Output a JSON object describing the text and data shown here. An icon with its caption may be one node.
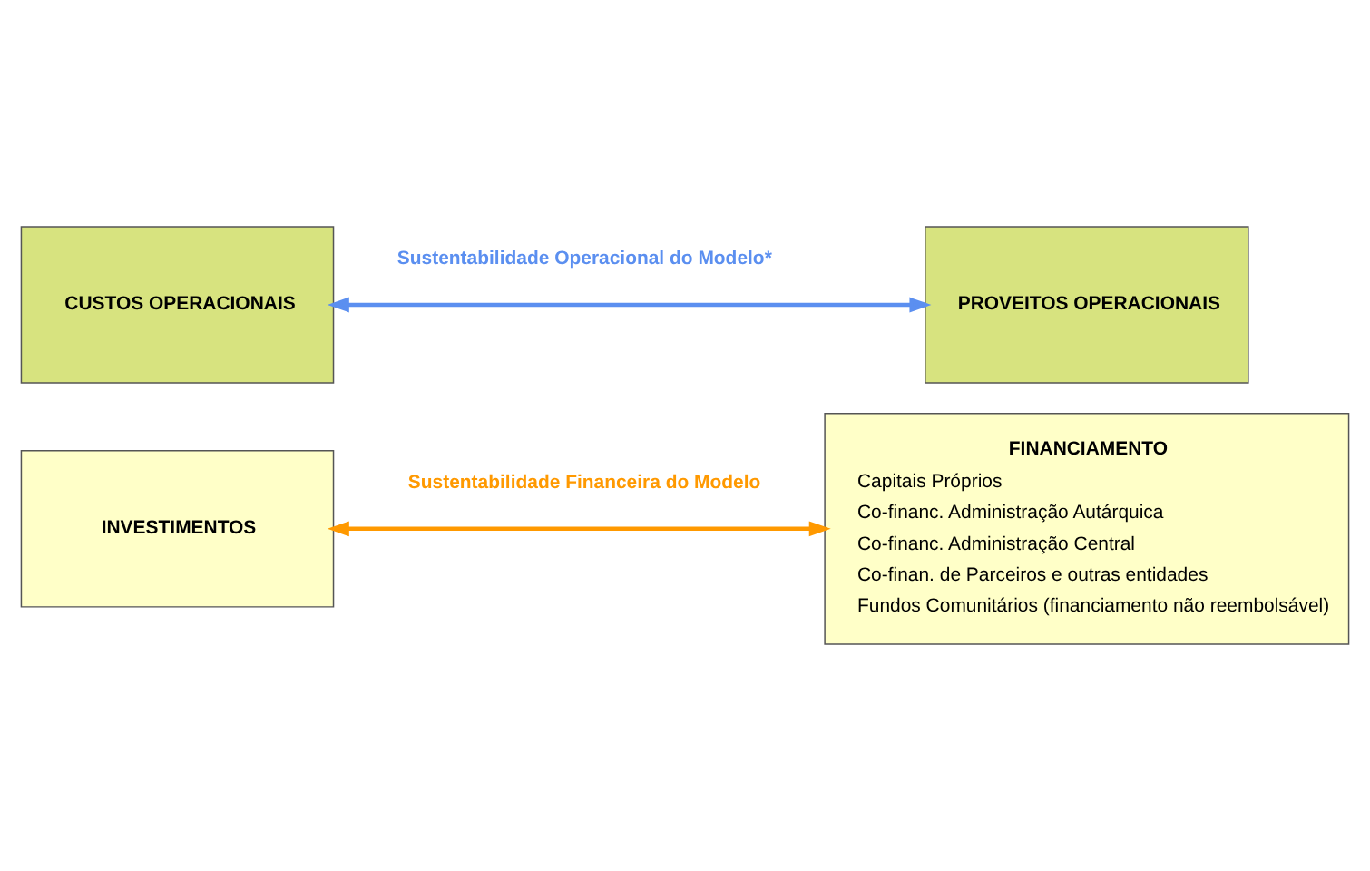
{
  "diagram": {
    "nodes": [
      {
        "text": [
          "CUSTOS OPERACIONAIS"
        ]
      },
      {
        "text": [
          "PROVEITOS OPERACIONAIS"
        ]
      },
      {
        "text": [
          "INVESTIMENTOS"
        ]
      },
      {
        "text": [
          "FINANCIAMENTO",
          "Capitais Próprios",
          "Co-financ. Administração Autárquica",
          "Co-financ. Administração Central",
          "Co-finan. de Parceiros e outras entidades",
          "Fundos Comunitários (financiamento não reembolsável)"
        ]
      }
    ],
    "edges": [
      {
        "from": 0,
        "to": 1,
        "arrow": "both",
        "label": "Sustentabilidade Operacional do Modelo*",
        "color": "#5b8ff0"
      },
      {
        "from": 2,
        "to": 3,
        "arrow": "both",
        "label": "Sustentabilidade Financeira do Modelo",
        "color": "#ff9900"
      }
    ]
  }
}
